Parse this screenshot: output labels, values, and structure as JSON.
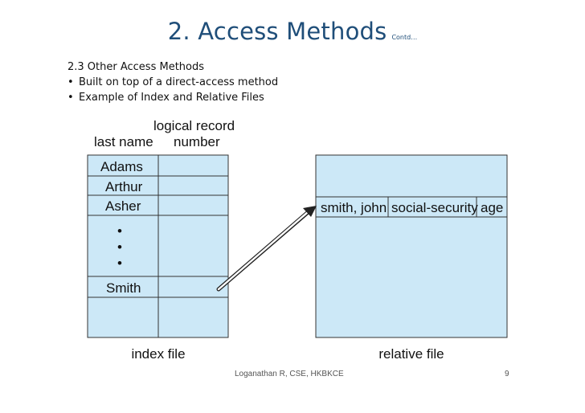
{
  "slide": {
    "title": "2. Access Methods",
    "title_suffix": "Contd…",
    "section": "2.3 Other Access Methods",
    "bullets": [
      "Built on top of a direct-access method",
      "Example of Index and Relative Files"
    ]
  },
  "diagram": {
    "header_logical_record": "logical record",
    "header_last_name": "last name",
    "header_number": "number",
    "index_entries": [
      "Adams",
      "Arthur",
      "Asher",
      "Smith"
    ],
    "ellipsis": "•",
    "relative_record_fields": [
      "smith, john",
      "social-security",
      "age"
    ],
    "index_file_label": "index file",
    "relative_file_label": "relative file",
    "fill_color": "#cce8f7"
  },
  "footer": {
    "author": "Loganathan R, CSE, HKBKCE",
    "page": "9"
  }
}
